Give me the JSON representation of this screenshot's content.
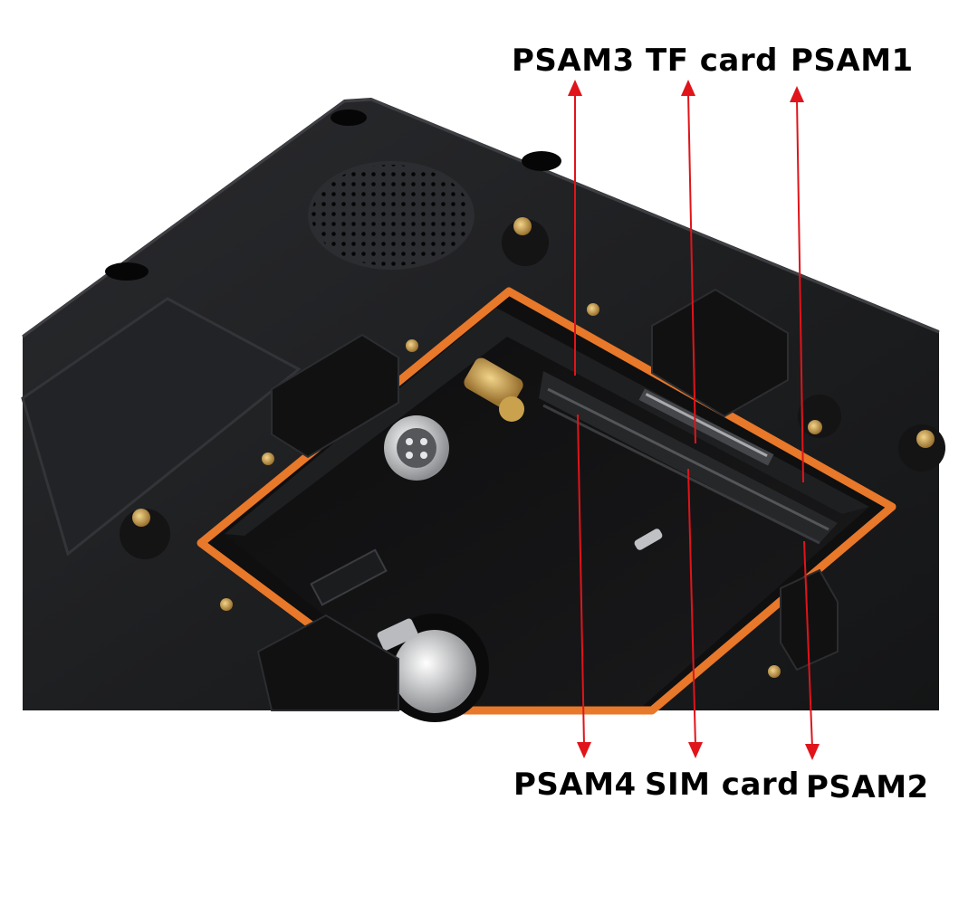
{
  "labels": {
    "top": [
      "PSAM3",
      "TF card",
      "PSAM1"
    ],
    "bottom": [
      "PSAM4",
      "SIM card",
      "PSAM2"
    ]
  },
  "colors": {
    "arrow": "#e0141a",
    "device_body": "#1b1c1e",
    "gasket": "#e8782a",
    "brass": "#c8a04a",
    "background": "#ffffff"
  },
  "icons": {
    "speaker": "speaker-grille-icon",
    "antenna": "sma-connector-icon",
    "aviation_plug": "aviation-plug-icon",
    "coin_cell": "coin-battery-icon"
  }
}
